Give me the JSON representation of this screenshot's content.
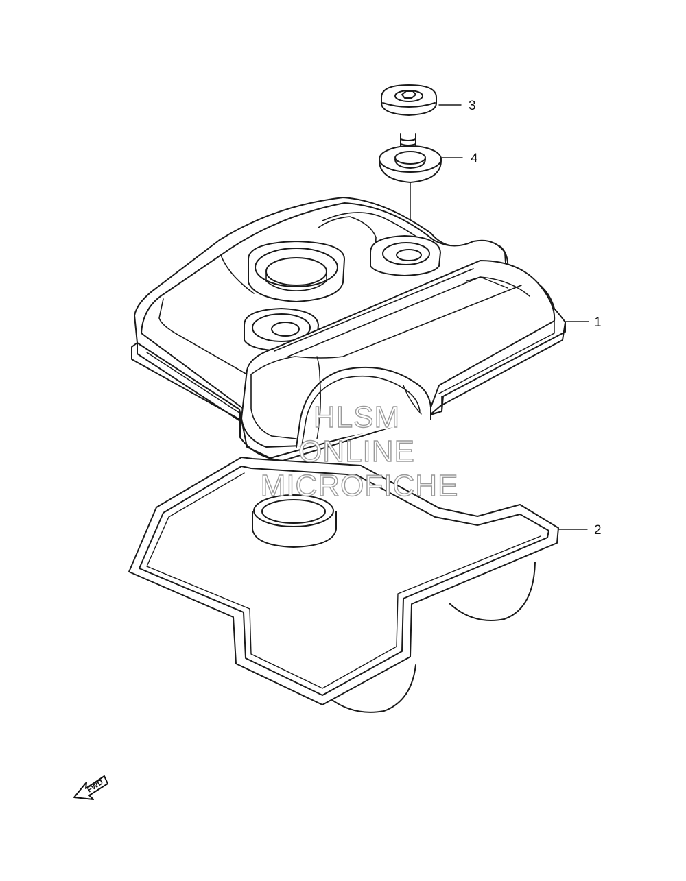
{
  "diagram": {
    "parts": [
      {
        "number": "1",
        "name": "cylinder-head-cover"
      },
      {
        "number": "2",
        "name": "cover-gasket"
      },
      {
        "number": "3",
        "name": "bolt"
      },
      {
        "number": "4",
        "name": "grommet-washer"
      }
    ],
    "watermark": [
      "HLSM",
      "ONLINE",
      "MICROFICHE"
    ],
    "direction_label": "FWD"
  },
  "colors": {
    "line": "#1a1a1a",
    "background": "#ffffff",
    "watermark_outline": "#9a9a9a"
  }
}
